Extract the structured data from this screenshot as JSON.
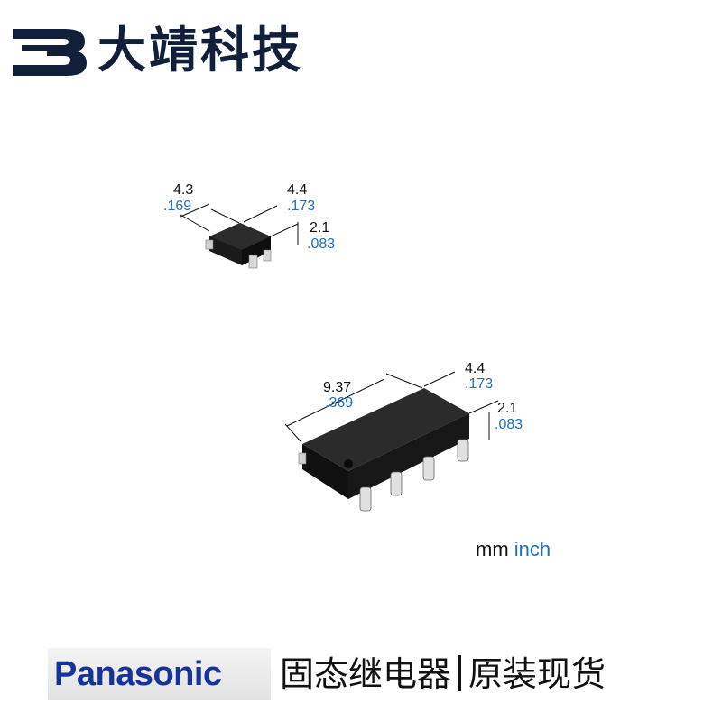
{
  "header": {
    "brand_name": "大靖科技",
    "logo_icon": "db-monogram-logo",
    "brand_color": "#101f3a"
  },
  "small_package": {
    "length": {
      "mm": "4.3",
      "inch": ".169"
    },
    "width": {
      "mm": "4.4",
      "inch": ".173"
    },
    "height": {
      "mm": "2.1",
      "inch": ".083"
    }
  },
  "large_package": {
    "length": {
      "mm": "9.37",
      "inch": ".369"
    },
    "width": {
      "mm": "4.4",
      "inch": ".173"
    },
    "height": {
      "mm": "2.1",
      "inch": ".083"
    }
  },
  "units": {
    "mm": "mm",
    "inch": "inch",
    "inch_color": "#1f6fbf"
  },
  "footer": {
    "panasonic_logo": "Panasonic",
    "product_type": "固态继电器",
    "promo": "原装现货",
    "logo_color": "#17339a"
  }
}
